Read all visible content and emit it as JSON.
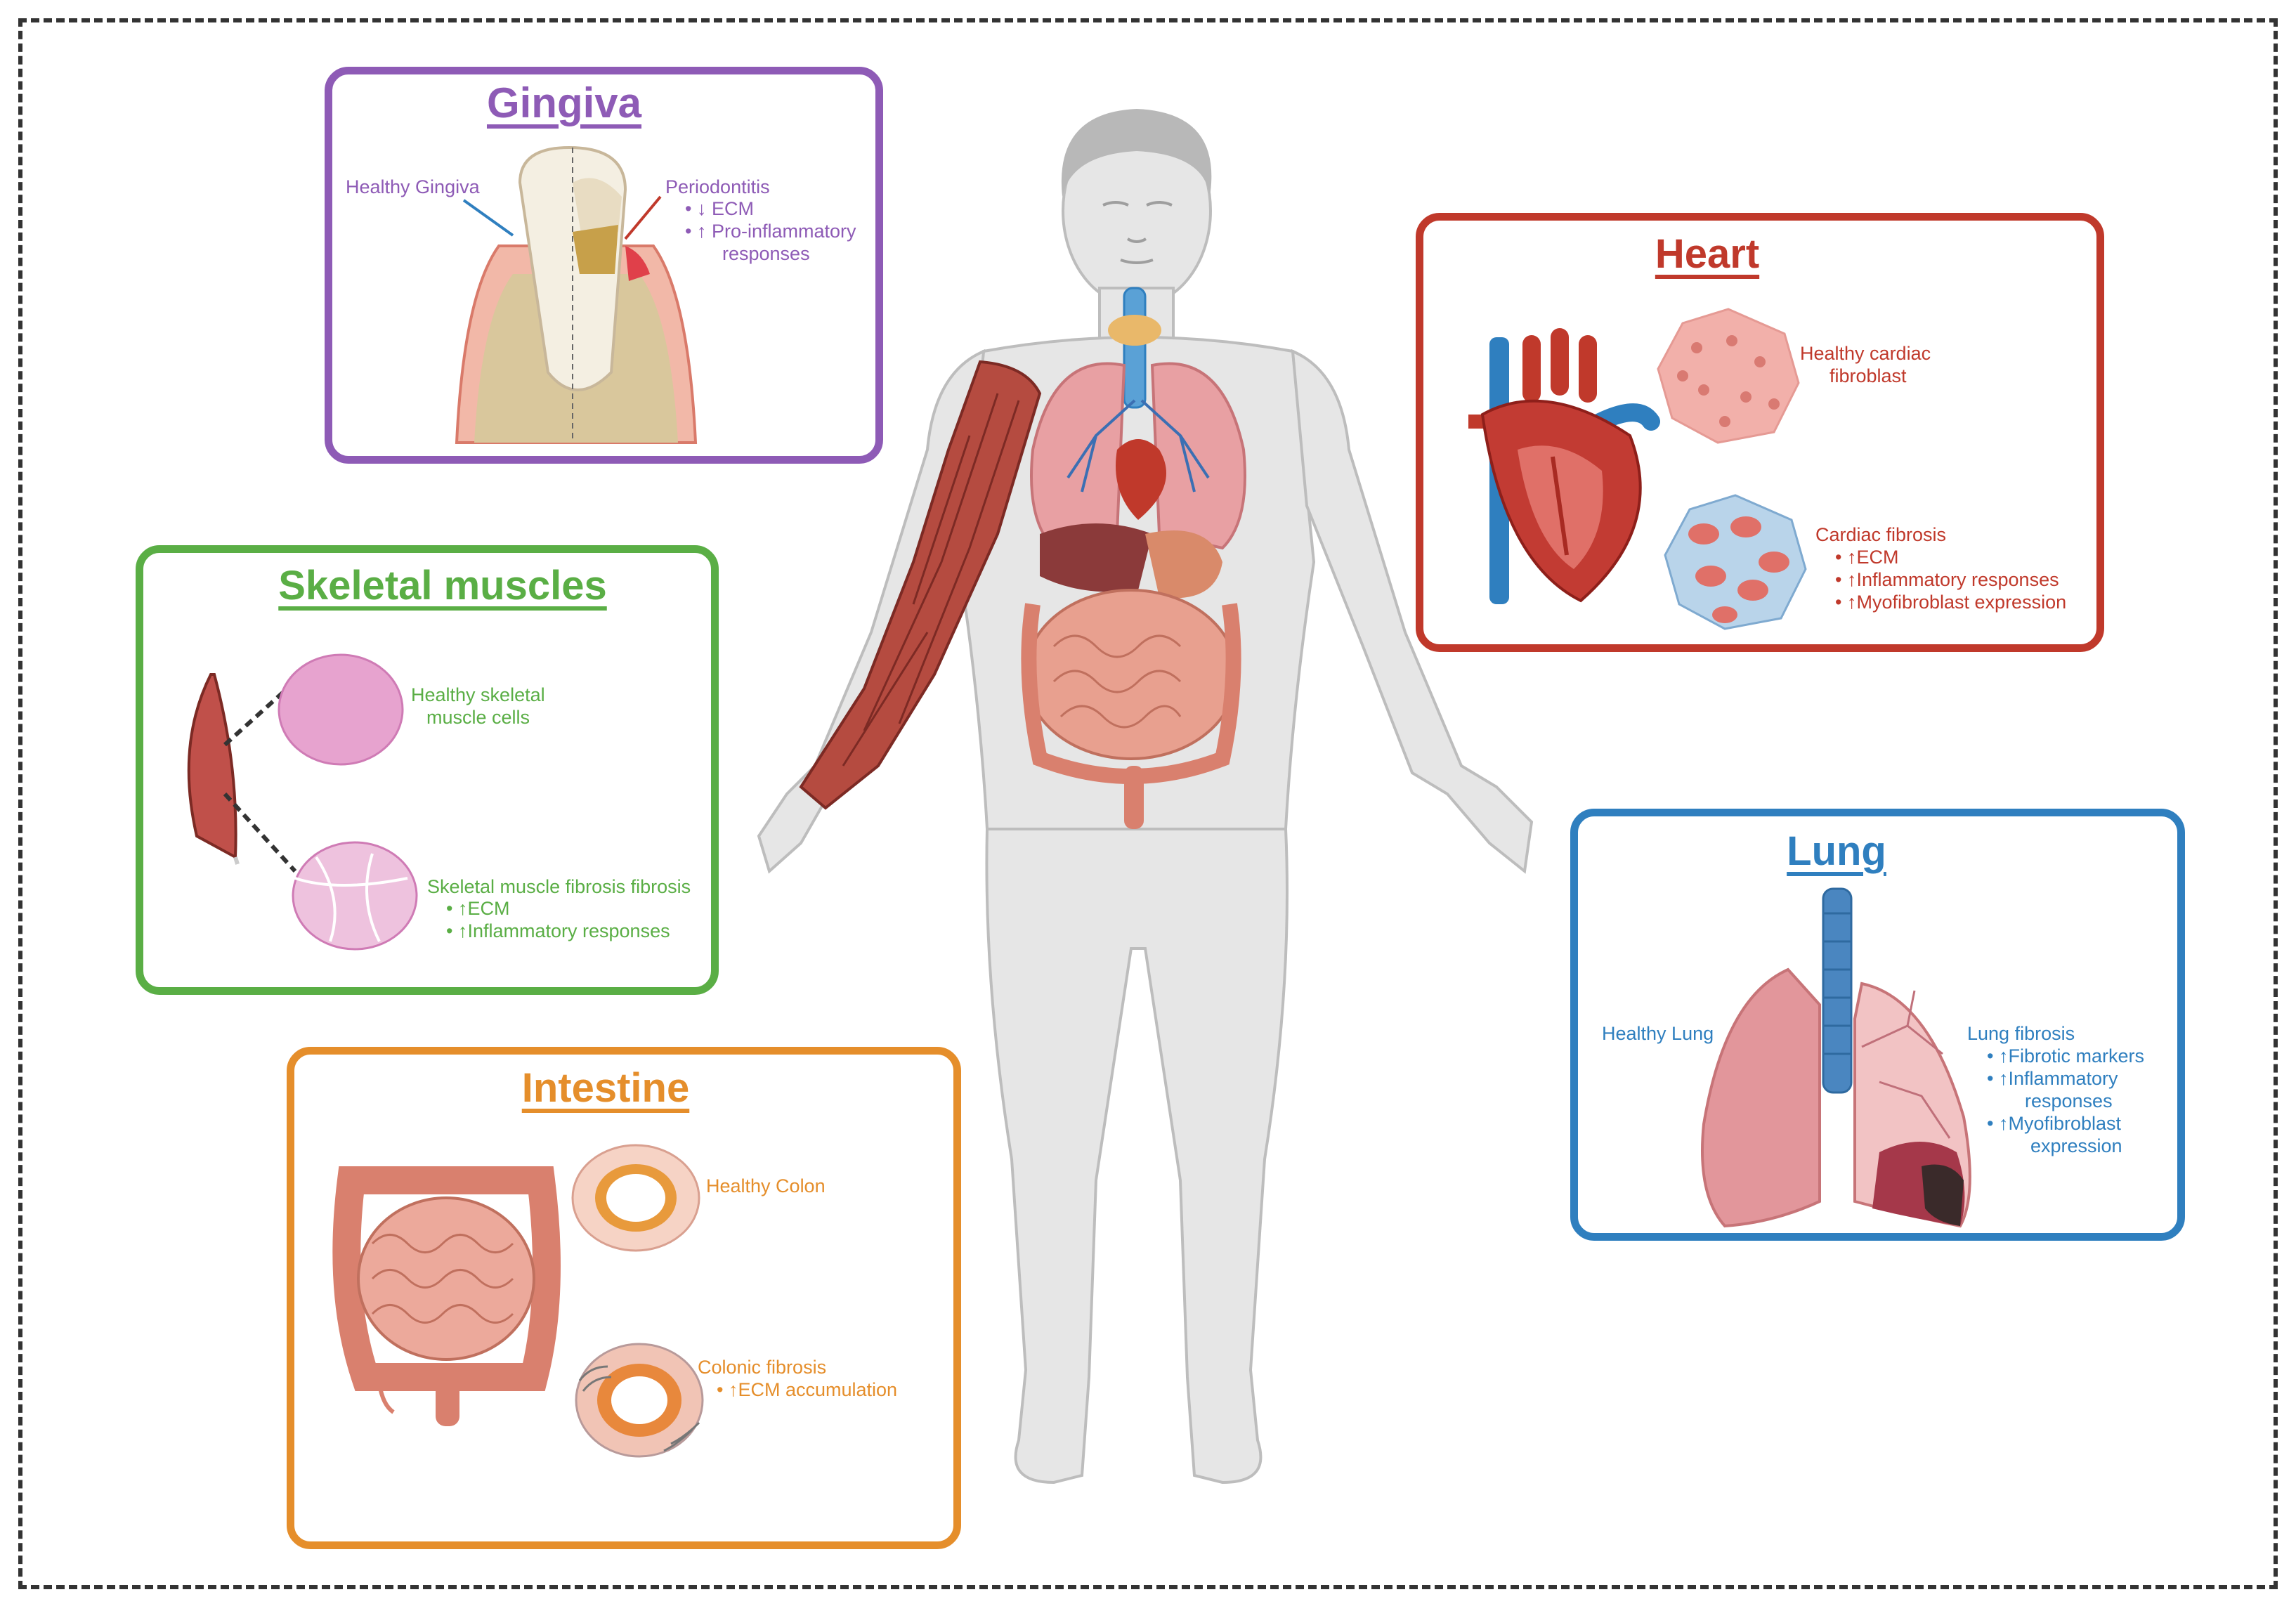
{
  "colors": {
    "gingiva": "#8e5bb6",
    "skeletal": "#5aae45",
    "intestine": "#e58e2b",
    "heart": "#c0392b",
    "lung": "#2f7fbf",
    "frame": "#333333"
  },
  "gingiva": {
    "title": "Gingiva",
    "healthy_label": "Healthy Gingiva",
    "disease_label": "Periodontitis",
    "bullets": [
      "ECM",
      "Pro-inflammatory",
      "responses"
    ]
  },
  "skeletal": {
    "title": "Skeletal muscles",
    "healthy_label_1": "Healthy skeletal",
    "healthy_label_2": "muscle cells",
    "disease_label": "Skeletal muscle fibrosis fibrosis",
    "bullets": [
      "ECM",
      "Inflammatory responses"
    ]
  },
  "intestine": {
    "title": "Intestine",
    "healthy_label": "Healthy Colon",
    "disease_label": "Colonic fibrosis",
    "bullets": [
      "ECM accumulation"
    ]
  },
  "heart": {
    "title": "Heart",
    "healthy_label_1": "Healthy cardiac",
    "healthy_label_2": "fibroblast",
    "disease_label": "Cardiac fibrosis",
    "bullets": [
      "ECM",
      "Inflammatory responses",
      "Myofibroblast expression"
    ]
  },
  "lung": {
    "title": "Lung",
    "healthy_label": "Healthy Lung",
    "disease_label": "Lung fibrosis",
    "bullets": [
      "Fibrotic markers",
      "Inflammatory",
      "responses",
      "Myofibroblast",
      "expression"
    ]
  }
}
